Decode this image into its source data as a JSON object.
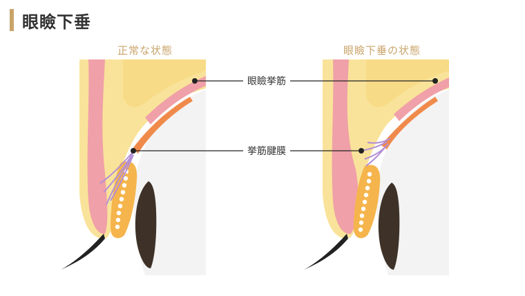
{
  "header": {
    "title": "眼瞼下垂"
  },
  "panels": [
    {
      "title": "正常な状態"
    },
    {
      "title": "眼瞼下垂の状態"
    }
  ],
  "labels": {
    "levator_muscle": "眼瞼挙筋",
    "levator_aponeurosis": "挙筋腱膜"
  },
  "colors": {
    "accent": "#c9a46a",
    "skin": "#f9e39a",
    "muscle": "#f0a0a8",
    "tarsus": "#f5b54c",
    "aponeurosis": "#f08a4b",
    "fiber": "#b38ed6",
    "eye": "#f3f3f3",
    "pupil": "#3e3228"
  }
}
